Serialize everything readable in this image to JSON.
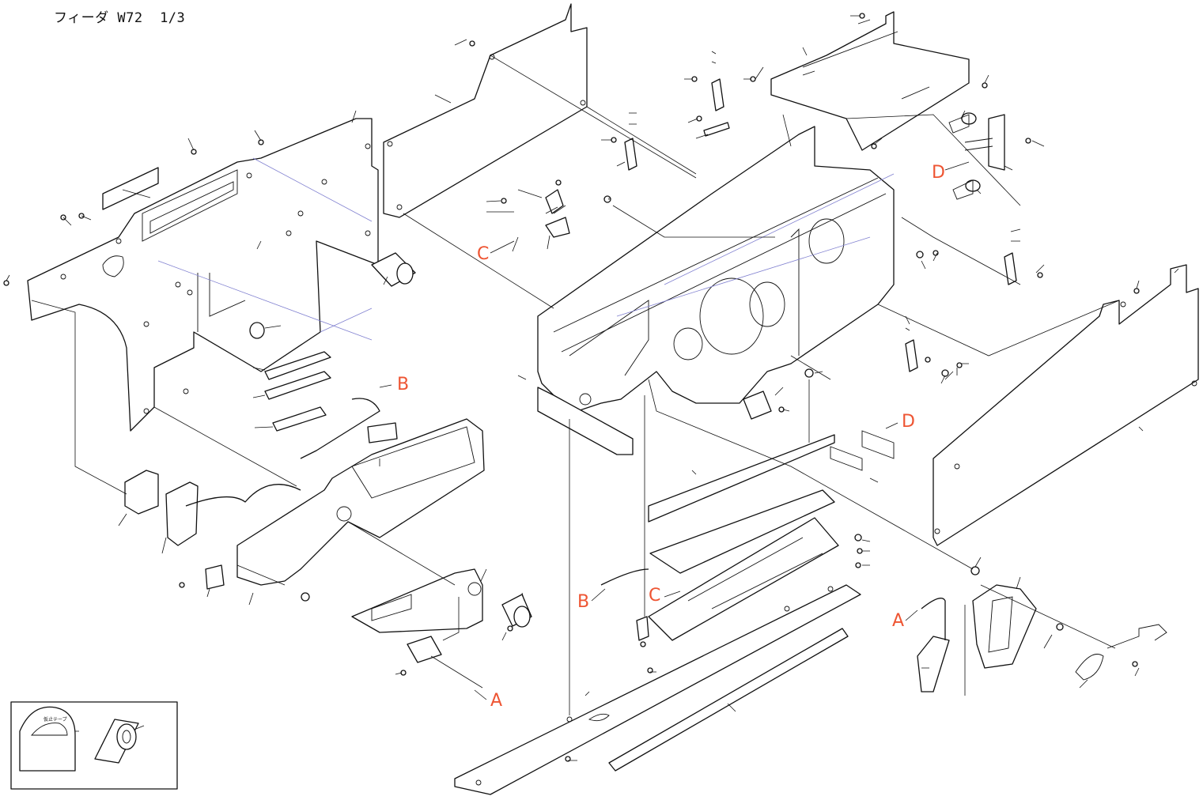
{
  "title": "フィーダ W72  1/3",
  "callouts": {
    "A_left": "A",
    "A_right": "A",
    "B_top": "B",
    "B_bottom": "B",
    "C_top": "C",
    "C_bottom": "C",
    "D_top": "D",
    "D_bottom": "D"
  },
  "colors": {
    "callout": "#ee5533",
    "line": "#111111",
    "hidden": "#8080d0"
  }
}
